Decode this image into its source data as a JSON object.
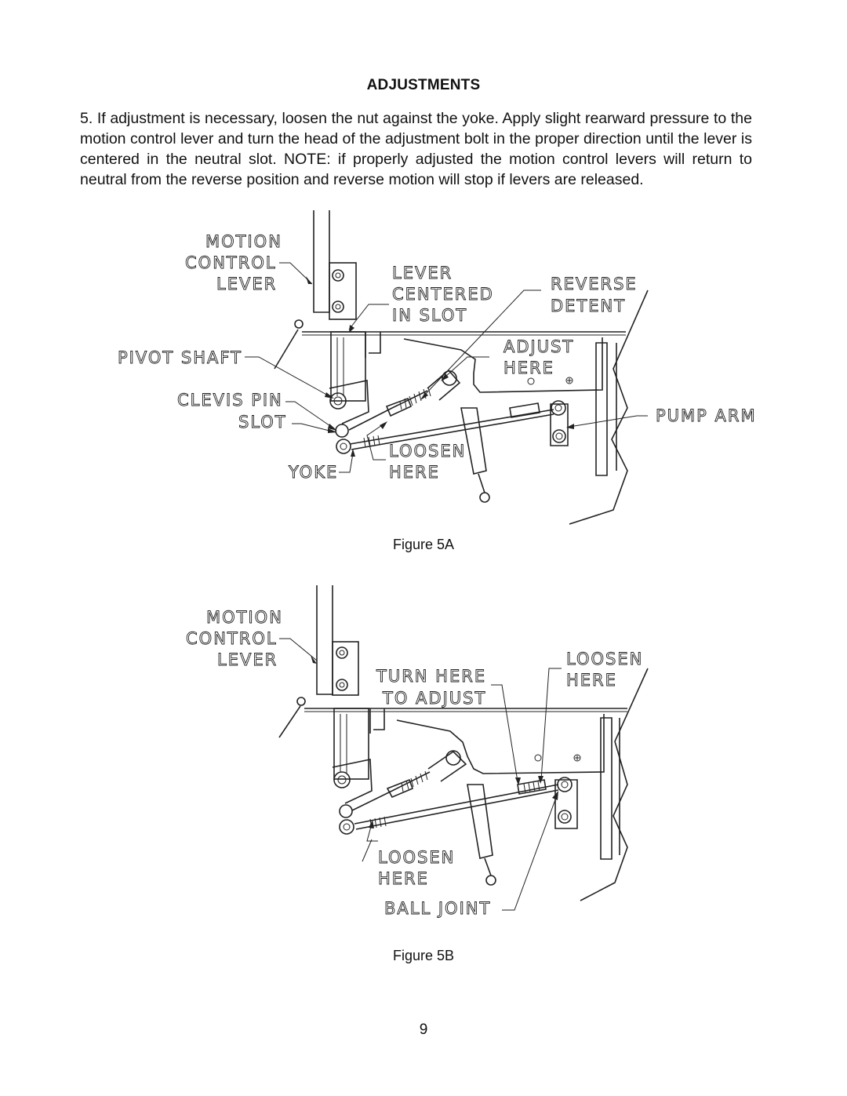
{
  "page": {
    "heading": "ADJUSTMENTS",
    "paragraph": "5. If adjustment is necessary, loosen the nut against the yoke.  Apply slight  rearward pressure to the motion control lever and turn the head of the adjustment bolt in the proper direction until the lever is centered in the neutral slot.  NOTE: if properly adjusted the motion control levers will return to neutral from the reverse position and reverse motion will stop if levers are released.",
    "page_number": "9"
  },
  "figure_5a": {
    "caption": "Figure 5A",
    "labels": {
      "motion": "MOTION",
      "control": "CONTROL",
      "lever": "LEVER",
      "lever_centered_1": "LEVER",
      "lever_centered_2": "CENTERED",
      "lever_centered_3": "IN  SLOT",
      "reverse": "REVERSE",
      "detent": "DETENT",
      "adjust": "ADJUST",
      "here": "HERE",
      "pivot_shaft": "PIVOT  SHAFT",
      "clevis_pin": "CLEVIS  PIN",
      "slot": "SLOT",
      "pump_arm": "PUMP  ARM",
      "loosen": "LOOSEN",
      "loosen_here": "HERE",
      "yoke": "YOKE"
    }
  },
  "figure_5b": {
    "caption": "Figure 5B",
    "labels": {
      "motion": "MOTION",
      "control": "CONTROL",
      "lever": "LEVER",
      "turn_here": "TURN  HERE",
      "to_adjust": "TO  ADJUST",
      "loosen_top": "LOOSEN",
      "here_top": "HERE",
      "loosen_bottom": "LOOSEN",
      "here_bottom": "HERE",
      "ball_joint": "BALL  JOINT"
    }
  }
}
